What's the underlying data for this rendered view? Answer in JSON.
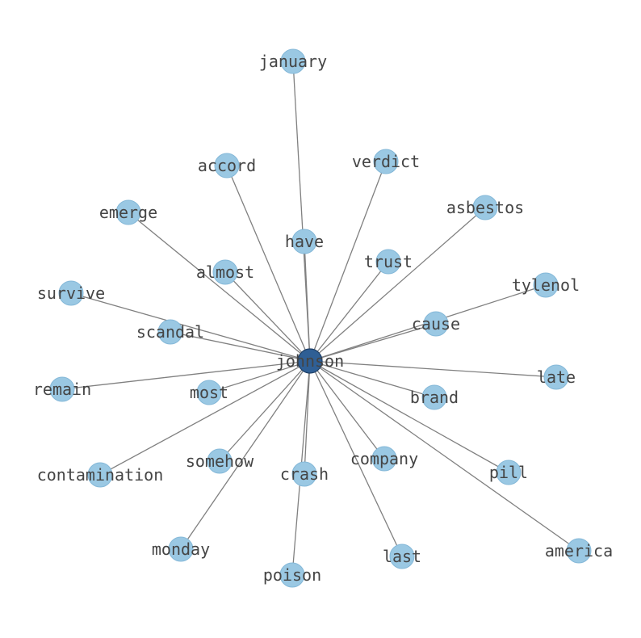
{
  "graph": {
    "center": {
      "label": "johnson"
    },
    "nodes": [
      {
        "label": "january"
      },
      {
        "label": "accord"
      },
      {
        "label": "verdict"
      },
      {
        "label": "emerge"
      },
      {
        "label": "asbestos"
      },
      {
        "label": "have"
      },
      {
        "label": "trust"
      },
      {
        "label": "almost"
      },
      {
        "label": "tylenol"
      },
      {
        "label": "survive"
      },
      {
        "label": "cause"
      },
      {
        "label": "scandal"
      },
      {
        "label": "remain"
      },
      {
        "label": "most"
      },
      {
        "label": "late"
      },
      {
        "label": "brand"
      },
      {
        "label": "somehow"
      },
      {
        "label": "company"
      },
      {
        "label": "crash"
      },
      {
        "label": "contamination"
      },
      {
        "label": "pill"
      },
      {
        "label": "monday"
      },
      {
        "label": "america"
      },
      {
        "label": "last"
      },
      {
        "label": "poison"
      }
    ],
    "colors": {
      "center_node": "#2f5f95",
      "leaf_node": "#9ac8e3",
      "edge": "#808080",
      "label": "#444444"
    }
  }
}
